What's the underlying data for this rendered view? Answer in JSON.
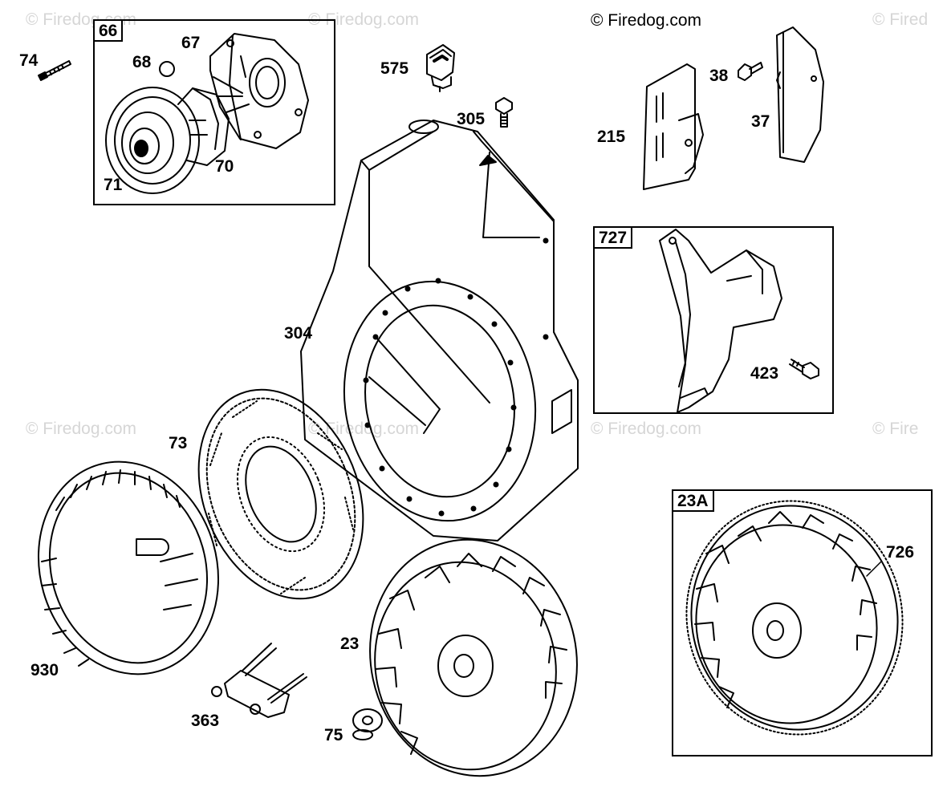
{
  "copyright": "© Firedog.com",
  "watermark": "© Firedog.com",
  "watermark_partial": "© Fired",
  "watermark_partial_short": "© Fire",
  "box_labels": {
    "b66": "66",
    "b727": "727",
    "b23a": "23A"
  },
  "part_labels": {
    "p74": "74",
    "p68": "68",
    "p67": "67",
    "p71": "71",
    "p70": "70",
    "p575": "575",
    "p305": "305",
    "p38": "38",
    "p215": "215",
    "p37": "37",
    "p304": "304",
    "p423": "423",
    "p73": "73",
    "p726": "726",
    "p23": "23",
    "p930": "930",
    "p363": "363",
    "p75": "75"
  },
  "colors": {
    "line": "#000000",
    "watermark": "#d6d6d6",
    "background": "#ffffff"
  }
}
